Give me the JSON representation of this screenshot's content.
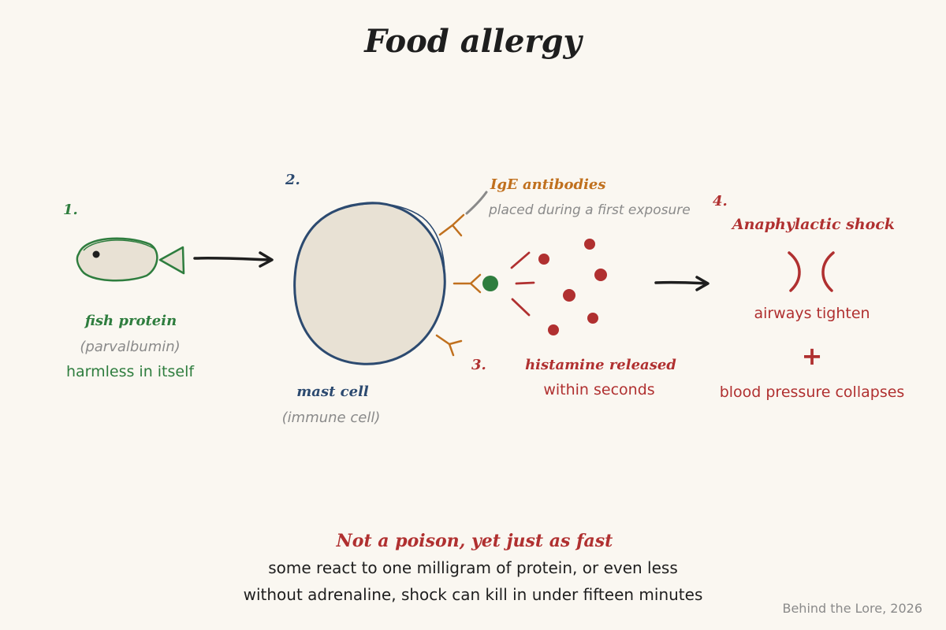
{
  "title": "Food allergy",
  "colors": {
    "background": "#faf7f1",
    "ink": "#1e1e1e",
    "green": "#2e7d3e",
    "navy": "#2c4a70",
    "orange": "#c0701e",
    "red": "#b03030",
    "gray": "#8a8a8a",
    "cell_fill": "#e8e1d4"
  },
  "steps": {
    "one": {
      "number": "1.",
      "label": "fish protein",
      "sublabel": "(parvalbumin)",
      "note": "harmless in itself"
    },
    "two": {
      "number": "2.",
      "label": "mast cell",
      "sublabel": "(immune cell)"
    },
    "antibodies": {
      "label": "IgE antibodies",
      "note": "placed during a first exposure"
    },
    "three": {
      "number": "3.",
      "label": "histamine released",
      "note": "within seconds"
    },
    "four": {
      "number": "4.",
      "label": "Anaphylactic shock",
      "line1": "airways tighten",
      "plus": "+",
      "line2": "blood pressure collapses"
    }
  },
  "footer": {
    "headline": "Not a poison, yet just as fast",
    "line1": "some react to one milligram of protein, or even less",
    "line2": "without adrenaline, shock can kill in under fifteen minutes"
  },
  "credit": "Behind the Lore, 2026"
}
